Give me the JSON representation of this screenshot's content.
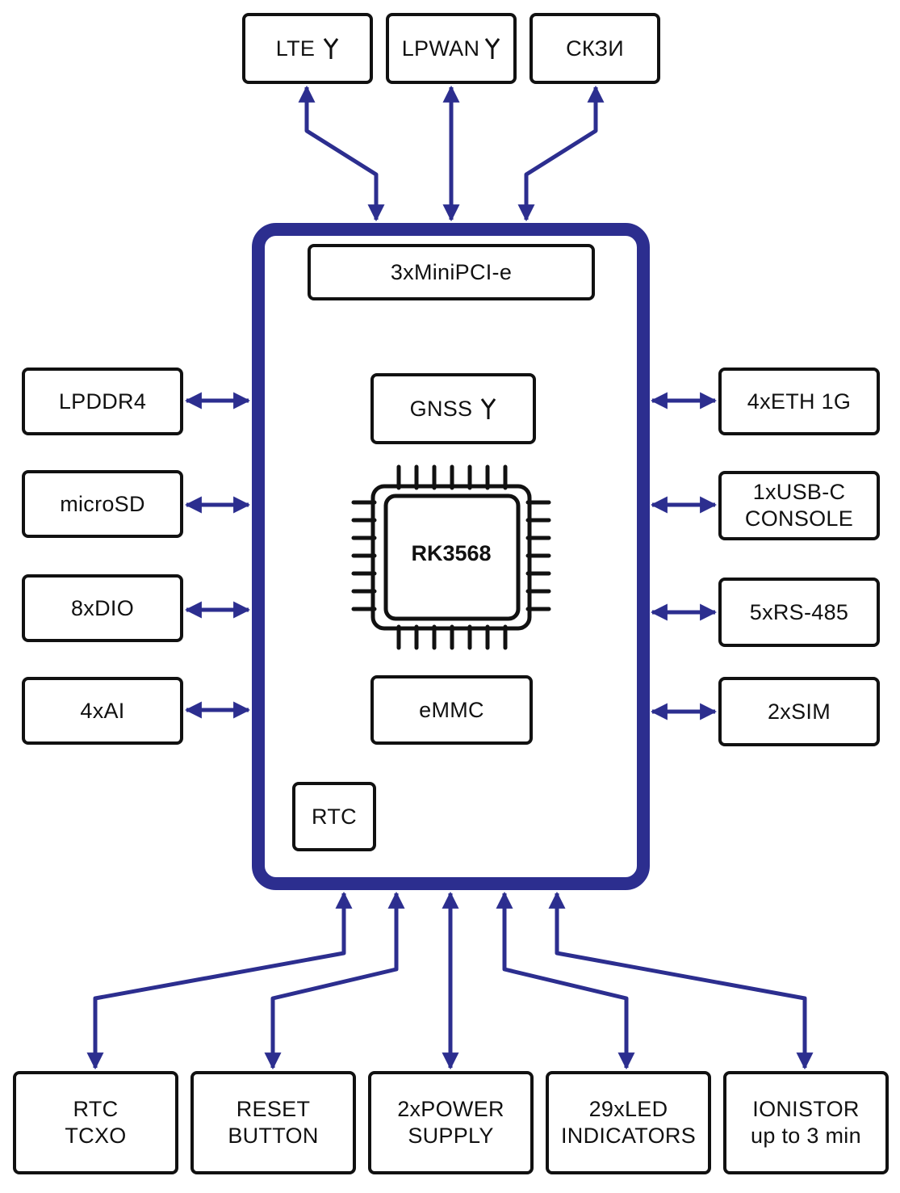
{
  "colors": {
    "board_border": "#2c2e8f",
    "arrow": "#2c2e8f",
    "box_border": "#111111"
  },
  "top": [
    {
      "label": "LTE",
      "icon": "antenna-icon"
    },
    {
      "label": "LPWAN",
      "icon": "antenna-icon"
    },
    {
      "label": "СКЗИ"
    }
  ],
  "board": {
    "minipci": "3xMiniPCI-e",
    "gnss": "GNSS",
    "gnss_icon": "antenna-icon",
    "cpu": "RK3568",
    "emmc": "eMMC",
    "rtc": "RTC"
  },
  "left": [
    "LPDDR4",
    "microSD",
    "8xDIO",
    "4xAI"
  ],
  "right": [
    {
      "line1": "4xETH 1G"
    },
    {
      "line1": "1xUSB-C",
      "line2": "CONSOLE"
    },
    {
      "line1": "5xRS-485"
    },
    {
      "line1": "2xSIM"
    }
  ],
  "bottom": [
    {
      "line1": "RTC",
      "line2": "TCXO"
    },
    {
      "line1": "RESET",
      "line2": "BUTTON"
    },
    {
      "line1": "2xPOWER",
      "line2": "SUPPLY"
    },
    {
      "line1": "29xLED",
      "line2": "INDICATORS"
    },
    {
      "line1": "IONISTOR",
      "line2": "up to 3 min"
    }
  ]
}
